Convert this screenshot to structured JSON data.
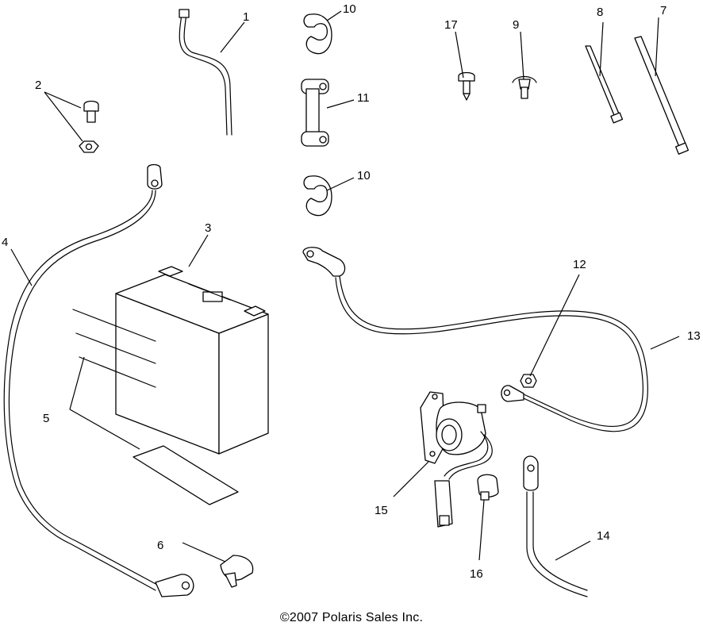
{
  "callouts": {
    "c1": "1",
    "c2": "2",
    "c3": "3",
    "c4": "4",
    "c5": "5",
    "c6": "6",
    "c7": "7",
    "c8": "8",
    "c9": "9",
    "c10a": "10",
    "c10b": "10",
    "c11": "11",
    "c12": "12",
    "c13": "13",
    "c14": "14",
    "c15": "15",
    "c16": "16",
    "c17": "17"
  },
  "copyright": "©2007 Polaris Sales Inc."
}
